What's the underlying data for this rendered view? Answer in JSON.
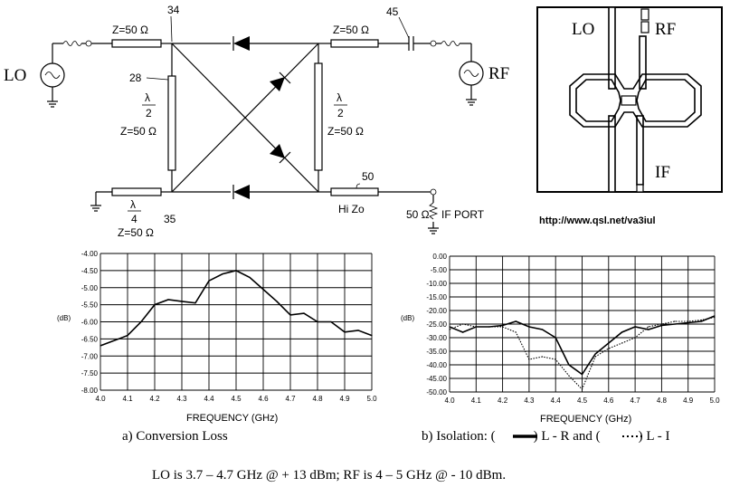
{
  "schematic": {
    "lo_label": "LO",
    "rf_label": "RF",
    "z50_top_left": "Z=50",
    "z50_top_right": "Z=50",
    "z50_left_vert": "Z=50",
    "z50_right_vert": "Z=50",
    "z50_bottom": "Z=50",
    "ohm": "Ω",
    "lambda": "λ",
    "denom_2": "2",
    "denom_4": "4",
    "ref_34": "34",
    "ref_45": "45",
    "ref_28": "28",
    "ref_35": "35",
    "ref_50": "50",
    "hi_z": "Hi Zo",
    "if_resistor": "50 Ω",
    "if_port": "IF PORT"
  },
  "layout_panel": {
    "lo": "LO",
    "rf": "RF",
    "if": "IF",
    "url": "http://www.qsl.net/va3iul"
  },
  "chart_data": [
    {
      "type": "line",
      "caption": "a) Conversion Loss",
      "xlabel": "FREQUENCY (GHz)",
      "ylabel": "(dB)",
      "x_ticks": [
        "4.0",
        "4.1",
        "4.2",
        "4.3",
        "4.4",
        "4.5",
        "4.6",
        "4.7",
        "4.8",
        "4.9",
        "5.0"
      ],
      "y_ticks": [
        "-4.00",
        "-4.50",
        "-5.00",
        "-5.50",
        "-6.00",
        "-6.50",
        "-7.00",
        "-7.50",
        "-8.00"
      ],
      "xlim": [
        4.0,
        5.0
      ],
      "ylim": [
        -8.0,
        -4.0
      ],
      "grid": true,
      "series": [
        {
          "x": [
            4.0,
            4.05,
            4.1,
            4.15,
            4.2,
            4.25,
            4.3,
            4.35,
            4.4,
            4.45,
            4.5,
            4.55,
            4.6,
            4.65,
            4.7,
            4.75,
            4.8,
            4.85,
            4.9,
            4.95,
            5.0
          ],
          "values": [
            -6.7,
            -6.55,
            -6.4,
            -6.0,
            -5.5,
            -5.35,
            -5.4,
            -5.45,
            -4.8,
            -4.6,
            -4.5,
            -4.7,
            -5.05,
            -5.4,
            -5.8,
            -5.75,
            -6.0,
            -6.0,
            -6.3,
            -6.25,
            -6.4
          ]
        }
      ]
    },
    {
      "type": "line",
      "caption_prefix": "b) Isolation:  (",
      "caption_mid": ")  L - R and (",
      "caption_end": ")  L - I",
      "xlabel": "FREQUENCY (GHz)",
      "ylabel": "(dB)",
      "x_ticks": [
        "4.0",
        "4.1",
        "4.2",
        "4.3",
        "4.4",
        "4.5",
        "4.6",
        "4.7",
        "4.8",
        "4.9",
        "5.0"
      ],
      "y_ticks": [
        "0.00",
        "-5.00",
        "-10.00",
        "-15.00",
        "-20.00",
        "-25.00",
        "-30.00",
        "-35.00",
        "-40.00",
        "-45.00",
        "-50.00"
      ],
      "xlim": [
        4.0,
        5.0
      ],
      "ylim": [
        -50.0,
        0.0
      ],
      "grid": true,
      "series": [
        {
          "style": "solid",
          "x": [
            4.0,
            4.05,
            4.1,
            4.15,
            4.2,
            4.25,
            4.3,
            4.35,
            4.4,
            4.45,
            4.5,
            4.55,
            4.6,
            4.65,
            4.7,
            4.75,
            4.8,
            4.85,
            4.9,
            4.95,
            5.0
          ],
          "values": [
            -26,
            -28,
            -26,
            -26,
            -25.5,
            -24,
            -26,
            -27,
            -30,
            -40,
            -43.5,
            -36,
            -32,
            -28,
            -26,
            -27,
            -25.5,
            -25,
            -24.5,
            -24,
            -22
          ]
        },
        {
          "style": "dotted",
          "x": [
            4.0,
            4.05,
            4.1,
            4.15,
            4.2,
            4.25,
            4.3,
            4.35,
            4.4,
            4.45,
            4.5,
            4.55,
            4.6,
            4.65,
            4.7,
            4.75,
            4.8,
            4.85,
            4.9,
            4.95,
            5.0
          ],
          "values": [
            -27,
            -25,
            -26,
            -26,
            -26,
            -28,
            -38,
            -37,
            -38,
            -44,
            -49,
            -37,
            -34,
            -32,
            -30,
            -26,
            -25,
            -24,
            -24,
            -23.5,
            -22.5
          ]
        }
      ]
    }
  ],
  "footer": "LO is 3.7 – 4.7 GHz @ + 13 dBm; RF is 4 – 5 GHz @ - 10 dBm."
}
